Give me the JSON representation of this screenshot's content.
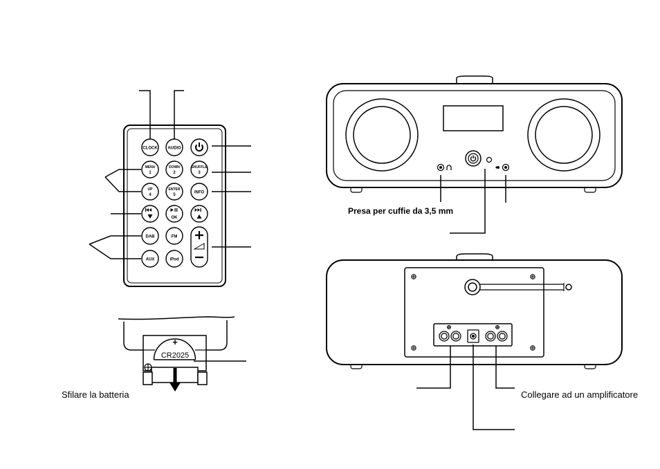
{
  "remote": {
    "keys": {
      "clock": "CLOCK",
      "audio": "AUDIO",
      "menu": "MENU",
      "menu_num": "1",
      "down": "DOWN",
      "down_num": "2",
      "shuffle": "SHUFFLE",
      "shuffle_num": "3",
      "up": "UP",
      "up_num": "4",
      "enter": "ENTER",
      "enter_num": "5",
      "info": "INFO",
      "ok": "OK",
      "dab": "DAB",
      "fm": "FM",
      "aux": "AUX",
      "ipod": "iPod"
    }
  },
  "battery": {
    "model": "CR2025",
    "plus_sign": "+",
    "caption": "Sfilare la batteria"
  },
  "front": {
    "headphone_label": "Presa per cuffie da 3,5 mm"
  },
  "back": {
    "amplifier_label": "Collegare ad un amplificatore"
  }
}
